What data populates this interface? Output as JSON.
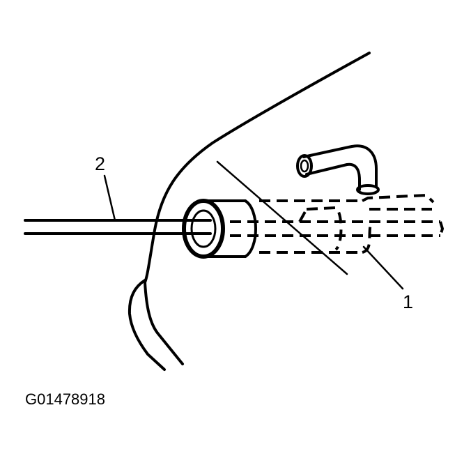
{
  "figure": {
    "callouts": {
      "one": "1",
      "two": "2"
    },
    "figure_id": "G01478918",
    "ink_color": "#000000",
    "background_color": "#ffffff"
  }
}
